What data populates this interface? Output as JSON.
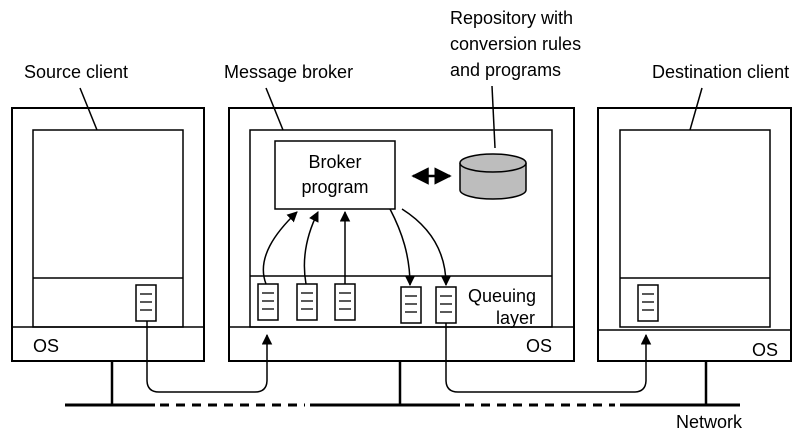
{
  "labels": {
    "source_client": "Source client",
    "message_broker": "Message broker",
    "repository": [
      "Repository with",
      "conversion rules",
      "and programs"
    ],
    "destination_client": "Destination client",
    "broker_program": [
      "Broker",
      "program"
    ],
    "queuing_layer": [
      "Queuing",
      "layer"
    ],
    "os": "OS",
    "network": "Network"
  },
  "colors": {
    "line": "#000000",
    "repository_fill": "#bdbdbd",
    "background": "#ffffff"
  }
}
